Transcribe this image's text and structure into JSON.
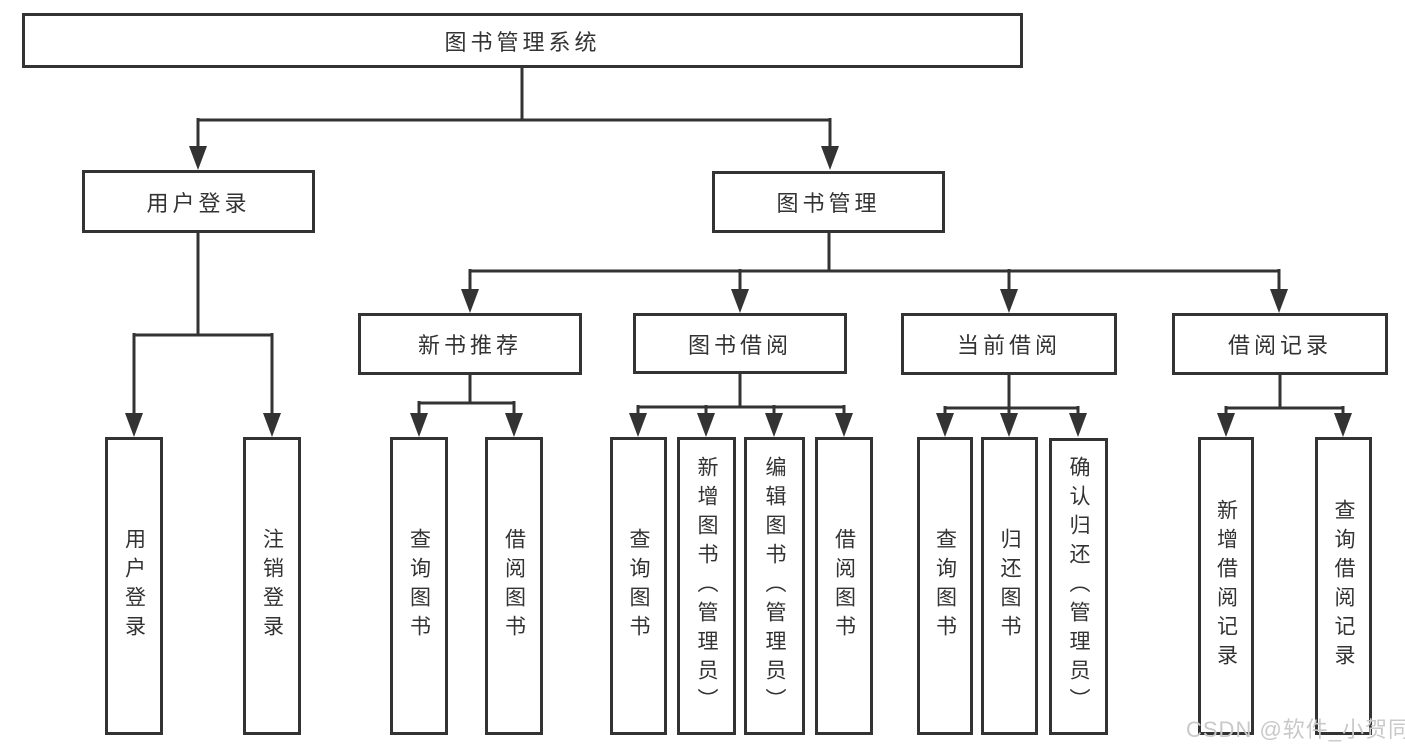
{
  "tree": {
    "root": "图书管理系统",
    "children": [
      {
        "label": "用户登录",
        "children": [
          {
            "label": "用户登录"
          },
          {
            "label": "注销登录"
          }
        ]
      },
      {
        "label": "图书管理",
        "children": [
          {
            "label": "新书推荐",
            "children": [
              {
                "label": "查询图书"
              },
              {
                "label": "借阅图书"
              }
            ]
          },
          {
            "label": "图书借阅",
            "children": [
              {
                "label": "查询图书"
              },
              {
                "label": "新增图书（管理员）"
              },
              {
                "label": "编辑图书（管理员）"
              },
              {
                "label": "借阅图书"
              }
            ]
          },
          {
            "label": "当前借阅",
            "children": [
              {
                "label": "查询图书"
              },
              {
                "label": "归还图书"
              },
              {
                "label": "确认归还（管理员）"
              }
            ]
          },
          {
            "label": "借阅记录",
            "children": [
              {
                "label": "新增借阅记录"
              },
              {
                "label": "查询借阅记录"
              }
            ]
          }
        ]
      }
    ]
  },
  "watermark": "CSDN @软件_小贺同学",
  "colors": {
    "line": "#333333",
    "box_border": "#333333",
    "text": "#333333",
    "watermark": "#c9c9c9",
    "background": "#ffffff"
  }
}
